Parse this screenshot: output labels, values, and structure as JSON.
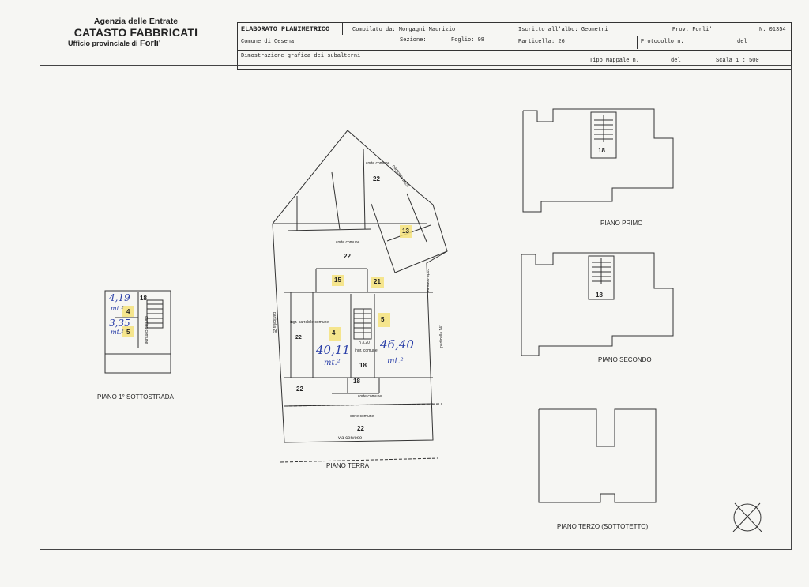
{
  "header": {
    "agency_line1": "Agenzia delle Entrate",
    "agency_line2": "CATASTO FABBRICATI",
    "office_prefix": "Ufficio provinciale di",
    "office_city": "Forli'"
  },
  "title_block": {
    "doc_type": "ELABORATO PLANIMETRICO",
    "compiled_by": "Compilato da: Morgagni Maurizio",
    "registered": "Iscritto all'albo: Geometri",
    "province": "Prov. Forli'",
    "number": "N. 01354",
    "comune": "Comune di Cesena",
    "sezione": "Sezione:",
    "foglio": "Foglio: 98",
    "particella": "Particella: 26",
    "protocollo": "Protocollo n.",
    "del1": "del",
    "dimostrazione": "Dimostrazione grafica dei subalterni",
    "tipo_mappale": "Tipo Mappale n.",
    "del2": "del",
    "scala": "Scala 1 : 500"
  },
  "floors": {
    "sottostrada": "PIANO 1° SOTTOSTRADA",
    "terra": "PIANO TERRA",
    "primo": "PIANO PRIMO",
    "secondo": "PIANO SECONDO",
    "terzo": "PIANO TERZO (SOTTOTETTO)"
  },
  "labels": {
    "corte_comune": "corte comune",
    "sub_22": "22",
    "sub_13": "13",
    "sub_15": "15",
    "sub_21": "21",
    "sub_4": "4",
    "sub_5": "5",
    "sub_18": "18",
    "ingr_carrabile": "ingr. carrabile comune",
    "ingr_comune": "ingr. comune",
    "h": "h 3.20",
    "via": "via cervese",
    "particella_25": "particella 25",
    "particella_141": "particella 141",
    "particella_2025": "particella 2025",
    "corte_comune_side": "corte comune",
    "cantina_comune": "cantina comune"
  },
  "handwritten": {
    "area_4_terra": "40,11",
    "area_5_terra": "46,40",
    "unit": "mt.²",
    "area_4_sott": "4,19",
    "area_5_sott": "3,35"
  }
}
